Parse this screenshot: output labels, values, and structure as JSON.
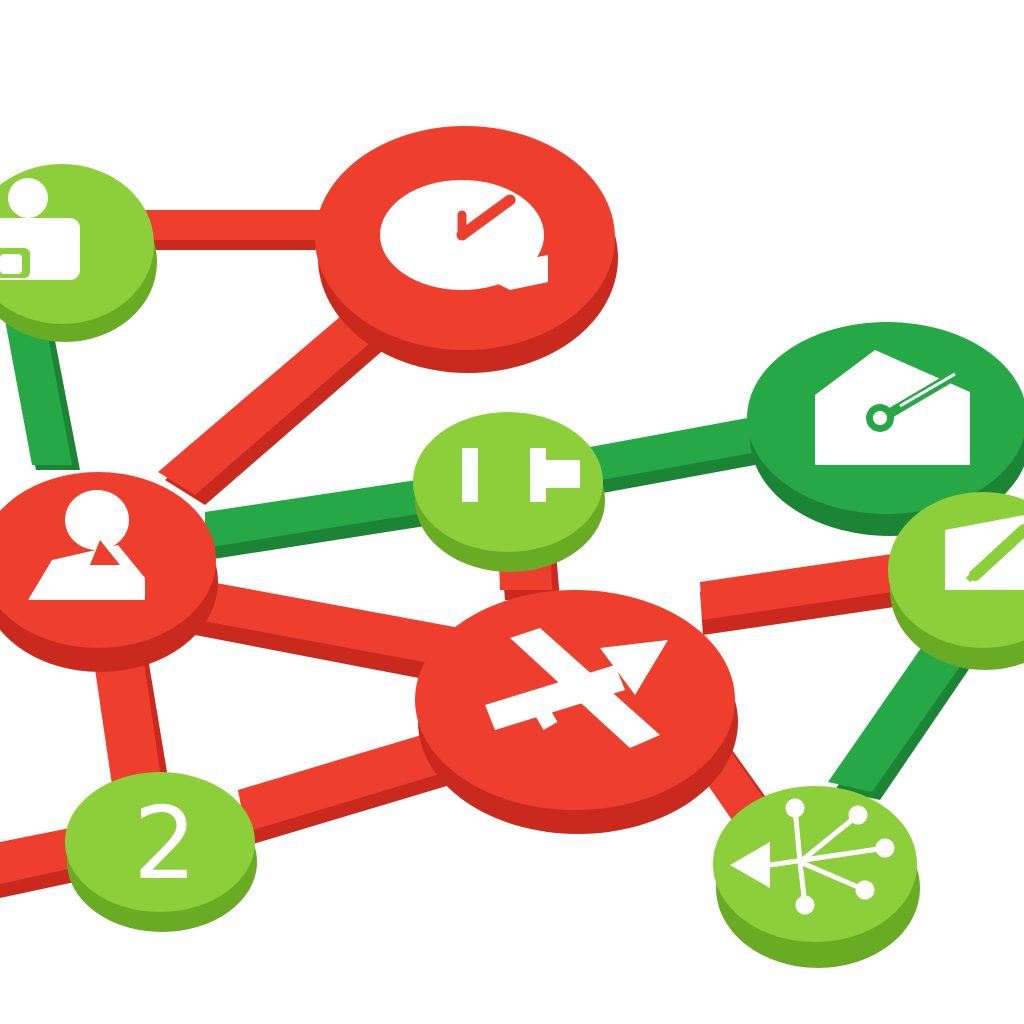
{
  "scene": {
    "background": "#ffffff",
    "colors": {
      "red_top": "#ee3f2e",
      "red_side": "#c92a1d",
      "light_green_top": "#8ccf3a",
      "light_green_side": "#6aab24",
      "dark_green_top": "#27a847",
      "dark_green_side": "#1b8535",
      "glyph": "#ffffff"
    },
    "nodes": [
      {
        "id": "user-badge-node",
        "color": "light_green",
        "icon": "person-badge-icon",
        "label": ""
      },
      {
        "id": "clock-bubble-node",
        "color": "red",
        "icon": "clock-speech-bubble-icon",
        "label": ""
      },
      {
        "id": "person-node",
        "color": "red",
        "icon": "person-icon",
        "label": ""
      },
      {
        "id": "pause-node",
        "color": "light_green",
        "icon": "pause-bars-icon",
        "label": ""
      },
      {
        "id": "envelope-tool-node",
        "color": "dark_green",
        "icon": "envelope-thermometer-icon",
        "label": ""
      },
      {
        "id": "envelope-pen-node",
        "color": "light_green",
        "icon": "envelope-pen-icon",
        "label": ""
      },
      {
        "id": "arrow-cross-node",
        "color": "red",
        "icon": "crossed-arrow-icon",
        "label": ""
      },
      {
        "id": "number-node",
        "color": "light_green",
        "icon": "",
        "label": "2"
      },
      {
        "id": "network-node",
        "color": "light_green",
        "icon": "network-arrow-icon",
        "label": ""
      }
    ],
    "connectors": [
      {
        "id": "connector-badge-clock",
        "color": "red"
      },
      {
        "id": "connector-badge-person",
        "color": "dark_green"
      },
      {
        "id": "connector-clock-person",
        "color": "red"
      },
      {
        "id": "connector-person-pause",
        "color": "dark_green"
      },
      {
        "id": "connector-pause-envelope",
        "color": "dark_green"
      },
      {
        "id": "connector-pause-arrow",
        "color": "red"
      },
      {
        "id": "connector-person-arrow",
        "color": "red"
      },
      {
        "id": "connector-person-number",
        "color": "red"
      },
      {
        "id": "connector-number-left",
        "color": "red"
      },
      {
        "id": "connector-number-arrow",
        "color": "red"
      },
      {
        "id": "connector-arrow-envpen",
        "color": "red"
      },
      {
        "id": "connector-envpen-network",
        "color": "dark_green"
      },
      {
        "id": "connector-arrow-network",
        "color": "red"
      }
    ]
  }
}
